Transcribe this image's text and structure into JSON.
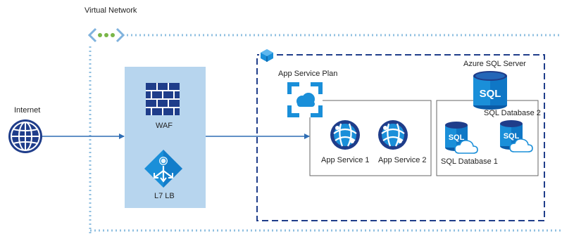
{
  "vnet": {
    "label": "Virtual Network",
    "icon": "vnet-icon"
  },
  "internet": {
    "label": "Internet",
    "icon": "globe-icon"
  },
  "gateway": {
    "waf_label": "WAF",
    "lb_label": "L7 LB",
    "waf_icon": "firewall-icon",
    "lb_icon": "load-balancer-icon"
  },
  "app_service_plan": {
    "label": "App Service Plan",
    "icon": "app-service-plan-icon",
    "services": [
      {
        "label": "App Service 1",
        "icon": "app-service-icon"
      },
      {
        "label": "App Service 2",
        "icon": "app-service-icon"
      }
    ]
  },
  "sql": {
    "server_label": "Azure SQL Server",
    "server_icon_text": "SQL",
    "databases": [
      {
        "label": "SQL Database 1",
        "icon_text": "SQL"
      },
      {
        "label": "SQL Database 2",
        "icon_text": "SQL"
      }
    ]
  },
  "colors": {
    "azure_blue": "#0078d4",
    "navy": "#1f3d8a",
    "gateway_fill": "#b7d5ee",
    "vnet_dots": "#8fbfe0",
    "connector": "#2e6db4"
  }
}
